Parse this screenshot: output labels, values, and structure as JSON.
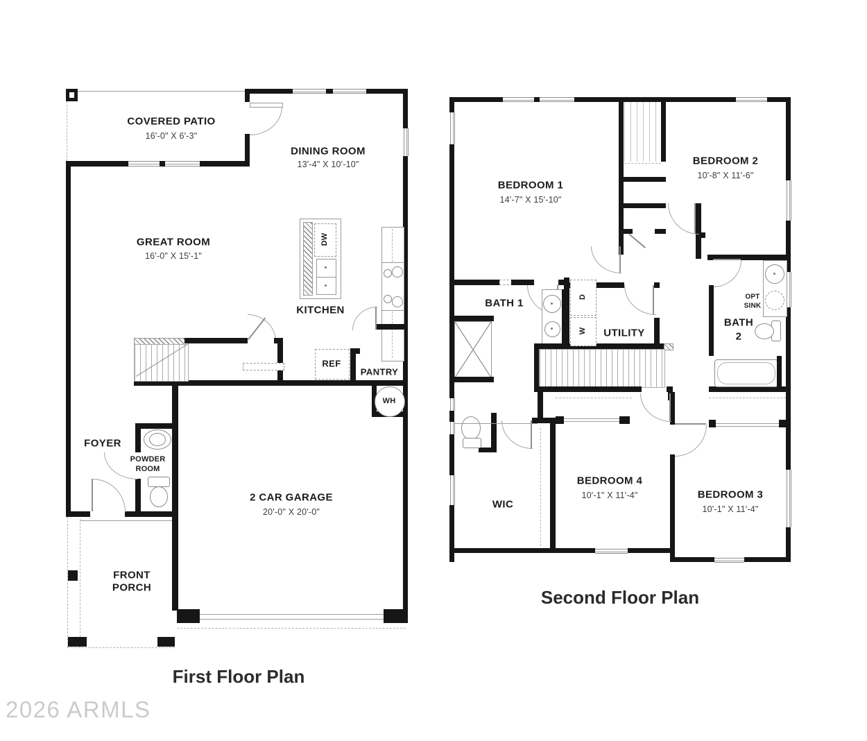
{
  "watermark": "2026 ARMLS",
  "first_floor": {
    "title": "First Floor Plan",
    "covered_patio": {
      "name": "COVERED PATIO",
      "dims": "16'-0\" X 6'-3\""
    },
    "dining_room": {
      "name": "DINING ROOM",
      "dims": "13'-4\" X 10'-10\""
    },
    "great_room": {
      "name": "GREAT ROOM",
      "dims": "16'-0\" X 15'-1\""
    },
    "kitchen": {
      "name": "KITCHEN"
    },
    "foyer": {
      "name": "FOYER"
    },
    "powder_room": {
      "line1": "POWDER",
      "line2": "ROOM"
    },
    "garage": {
      "name": "2 CAR GARAGE",
      "dims": "20'-0\" X 20'-0\""
    },
    "front_porch": {
      "line1": "FRONT",
      "line2": "PORCH"
    },
    "pantry": {
      "name": "PANTRY"
    },
    "ref": {
      "name": "REF"
    },
    "dw": {
      "name": "DW"
    },
    "wh": {
      "name": "WH"
    }
  },
  "second_floor": {
    "title": "Second Floor Plan",
    "bedroom1": {
      "name": "BEDROOM 1",
      "dims": "14'-7\" X 15'-10\""
    },
    "bedroom2": {
      "name": "BEDROOM 2",
      "dims": "10'-8\" X 11'-6\""
    },
    "bedroom3": {
      "name": "BEDROOM 3",
      "dims": "10'-1\" X 11'-4\""
    },
    "bedroom4": {
      "name": "BEDROOM 4",
      "dims": "10'-1\" X 11'-4\""
    },
    "bath1": {
      "name": "BATH 1"
    },
    "bath2": {
      "line1": "BATH",
      "line2": "2"
    },
    "utility": {
      "name": "UTILITY"
    },
    "wic": {
      "name": "WIC"
    },
    "opt_sink": {
      "line1": "OPT",
      "line2": "SINK"
    },
    "washer": {
      "name": "W"
    },
    "dryer": {
      "name": "D"
    }
  },
  "colors": {
    "wall": "#161616",
    "thin_line": "#9b9b9b",
    "text": "#1c1c1c",
    "dim_text": "#3d3d3d",
    "watermark": "#cbcbcb"
  }
}
